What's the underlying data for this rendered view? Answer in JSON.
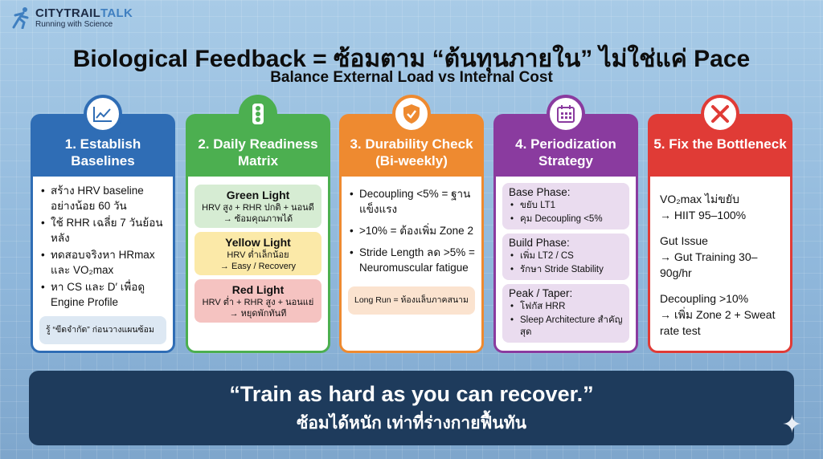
{
  "brand": {
    "name_a": "CITYTRAIL",
    "name_b": "TALK",
    "tagline": "Running with Science"
  },
  "title": "Biological Feedback = ซ้อมตาม “ต้นทุนภายใน” ไม่ใช่แค่ Pace",
  "subtitle": "Balance External Load vs Internal Cost",
  "colors": {
    "blue": "#2f6db5",
    "green": "#4caf50",
    "orange": "#ee8a30",
    "purple": "#8a3b9f",
    "red": "#e03b36",
    "banner": "#1e3b5c"
  },
  "cards": [
    {
      "title": "1. Establish Baselines",
      "icon": "chart-icon",
      "bullets": [
        "สร้าง HRV baseline อย่างน้อย 60 วัน",
        "ใช้ RHR เฉลี่ย 7 วันย้อนหลัง",
        "ทดสอบจริงหา HRmax และ VO₂max",
        "หา CS และ D′ เพื่อดู Engine Profile"
      ],
      "note": "รู้ “ขีดจำกัด” ก่อนวางแผนซ้อม"
    },
    {
      "title": "2. Daily Readiness Matrix",
      "icon": "traffic-light-icon",
      "lights": [
        {
          "name": "Green Light",
          "line1": "HRV สูง + RHR ปกติ + นอนดี",
          "line2": "→ ซ้อมคุณภาพได้"
        },
        {
          "name": "Yellow Light",
          "line1": "HRV ต่ำเล็กน้อย",
          "line2": "→ Easy / Recovery"
        },
        {
          "name": "Red Light",
          "line1": "HRV ต่ำ + RHR สูง + นอนแย่",
          "line2": "→ หยุดพักทันที"
        }
      ]
    },
    {
      "title": "3. Durability Check (Bi-weekly)",
      "icon": "shield-check-icon",
      "bullets": [
        "Decoupling <5% = ฐานแข็งแรง",
        ">10% = ต้องเพิ่ม Zone 2",
        "Stride Length ลด >5% = Neuromuscular fatigue"
      ],
      "note": "Long Run = ห้องแล็บภาคสนาม"
    },
    {
      "title": "4. Periodization Strategy",
      "icon": "calendar-icon",
      "phases": [
        {
          "name": "Base Phase:",
          "items": [
            "ขยับ LT1",
            "คุม Decoupling <5%"
          ]
        },
        {
          "name": "Build Phase:",
          "items": [
            "เพิ่ม LT2 / CS",
            "รักษา Stride Stability"
          ]
        },
        {
          "name": "Peak / Taper:",
          "items": [
            "โฟกัส HRR",
            "Sleep Architecture สำคัญสุด"
          ]
        }
      ]
    },
    {
      "title": "5. Fix the Bottleneck",
      "icon": "tools-icon",
      "fixes": [
        {
          "problem": "VO₂max ไม่ขยับ",
          "action": "→ HIIT 95–100%"
        },
        {
          "problem": "Gut Issue",
          "action": "→ Gut Training 30–90g/hr"
        },
        {
          "problem": "Decoupling >10%",
          "action": "→ เพิ่ม Zone 2 + Sweat rate test"
        }
      ]
    }
  ],
  "quote": "“Train as hard as you can recover.”",
  "quote_th": "ซ้อมได้หนัก เท่าที่ร่างกายฟื้นทัน"
}
